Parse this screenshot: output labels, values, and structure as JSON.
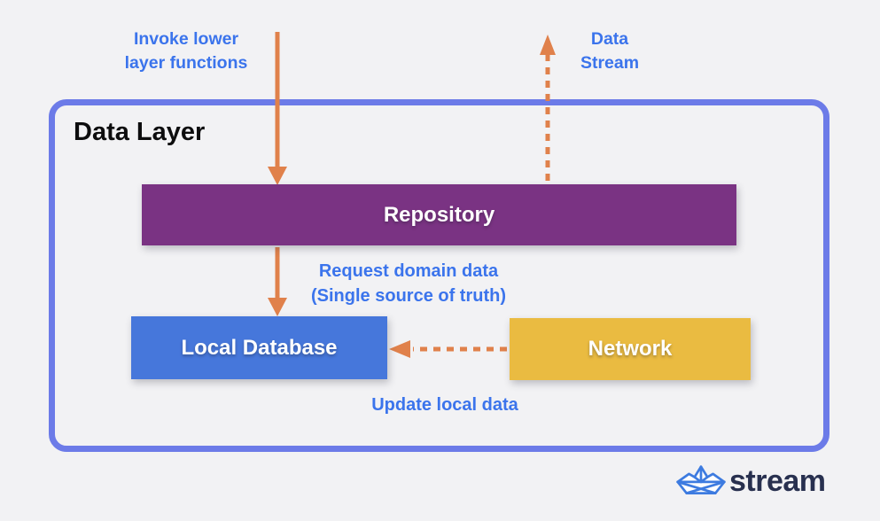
{
  "canvas": {
    "background": "#F2F2F4"
  },
  "colors": {
    "accent_orange": "#E0814B",
    "label_blue": "#3B74EC",
    "container_border": "#6C7BE8",
    "repository_purple": "#7A3383",
    "database_blue": "#4677DB",
    "network_yellow": "#EABB41",
    "logo_navy": "#28304F",
    "logo_blue": "#3D7BE0"
  },
  "diagram": {
    "container": {
      "title": "Data Layer"
    },
    "nodes": {
      "repository": {
        "label": "Repository",
        "color": "#7A3383"
      },
      "local_database": {
        "label": "Local Database",
        "color": "#4677DB"
      },
      "network": {
        "label": "Network",
        "color": "#EABB41"
      }
    },
    "annotations": {
      "invoke": {
        "line1": "Invoke lower",
        "line2": "layer functions"
      },
      "data_stream": {
        "line1": "Data",
        "line2": "Stream"
      },
      "request": {
        "line1": "Request domain data",
        "line2": "(Single source of truth)"
      },
      "update": {
        "line1": "Update local data"
      }
    },
    "arrows": [
      {
        "name": "invoke-arrow",
        "style": "solid",
        "direction": "down",
        "from": "outside-top",
        "to": "repository"
      },
      {
        "name": "data-stream-arrow",
        "style": "dashed",
        "direction": "up",
        "from": "repository",
        "to": "outside-top"
      },
      {
        "name": "request-arrow",
        "style": "solid",
        "direction": "down",
        "from": "repository",
        "to": "local_database"
      },
      {
        "name": "update-arrow",
        "style": "dashed",
        "direction": "left",
        "from": "network",
        "to": "local_database"
      }
    ]
  },
  "footer": {
    "brand": "stream",
    "logo_icon": "paper-boat-icon"
  }
}
